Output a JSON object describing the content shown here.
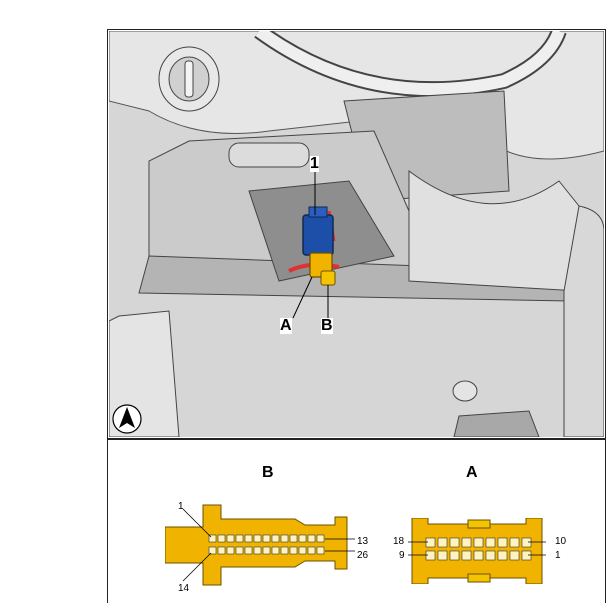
{
  "illustration": {
    "callouts": {
      "item_1": "1",
      "connector_a": "A",
      "connector_b": "B"
    }
  },
  "connectors": {
    "b": {
      "label": "B",
      "pin_top_left": "1",
      "pin_bottom_left": "14",
      "pin_top_right": "13",
      "pin_bottom_right": "26"
    },
    "a": {
      "label": "A",
      "pin_top_left": "18",
      "pin_bottom_left": "9",
      "pin_top_right": "10",
      "pin_bottom_right": "1"
    }
  },
  "colors": {
    "connector_yellow": "#f0b400",
    "connector_blue": "#1d4fa8",
    "wire_red": "#e03030"
  }
}
